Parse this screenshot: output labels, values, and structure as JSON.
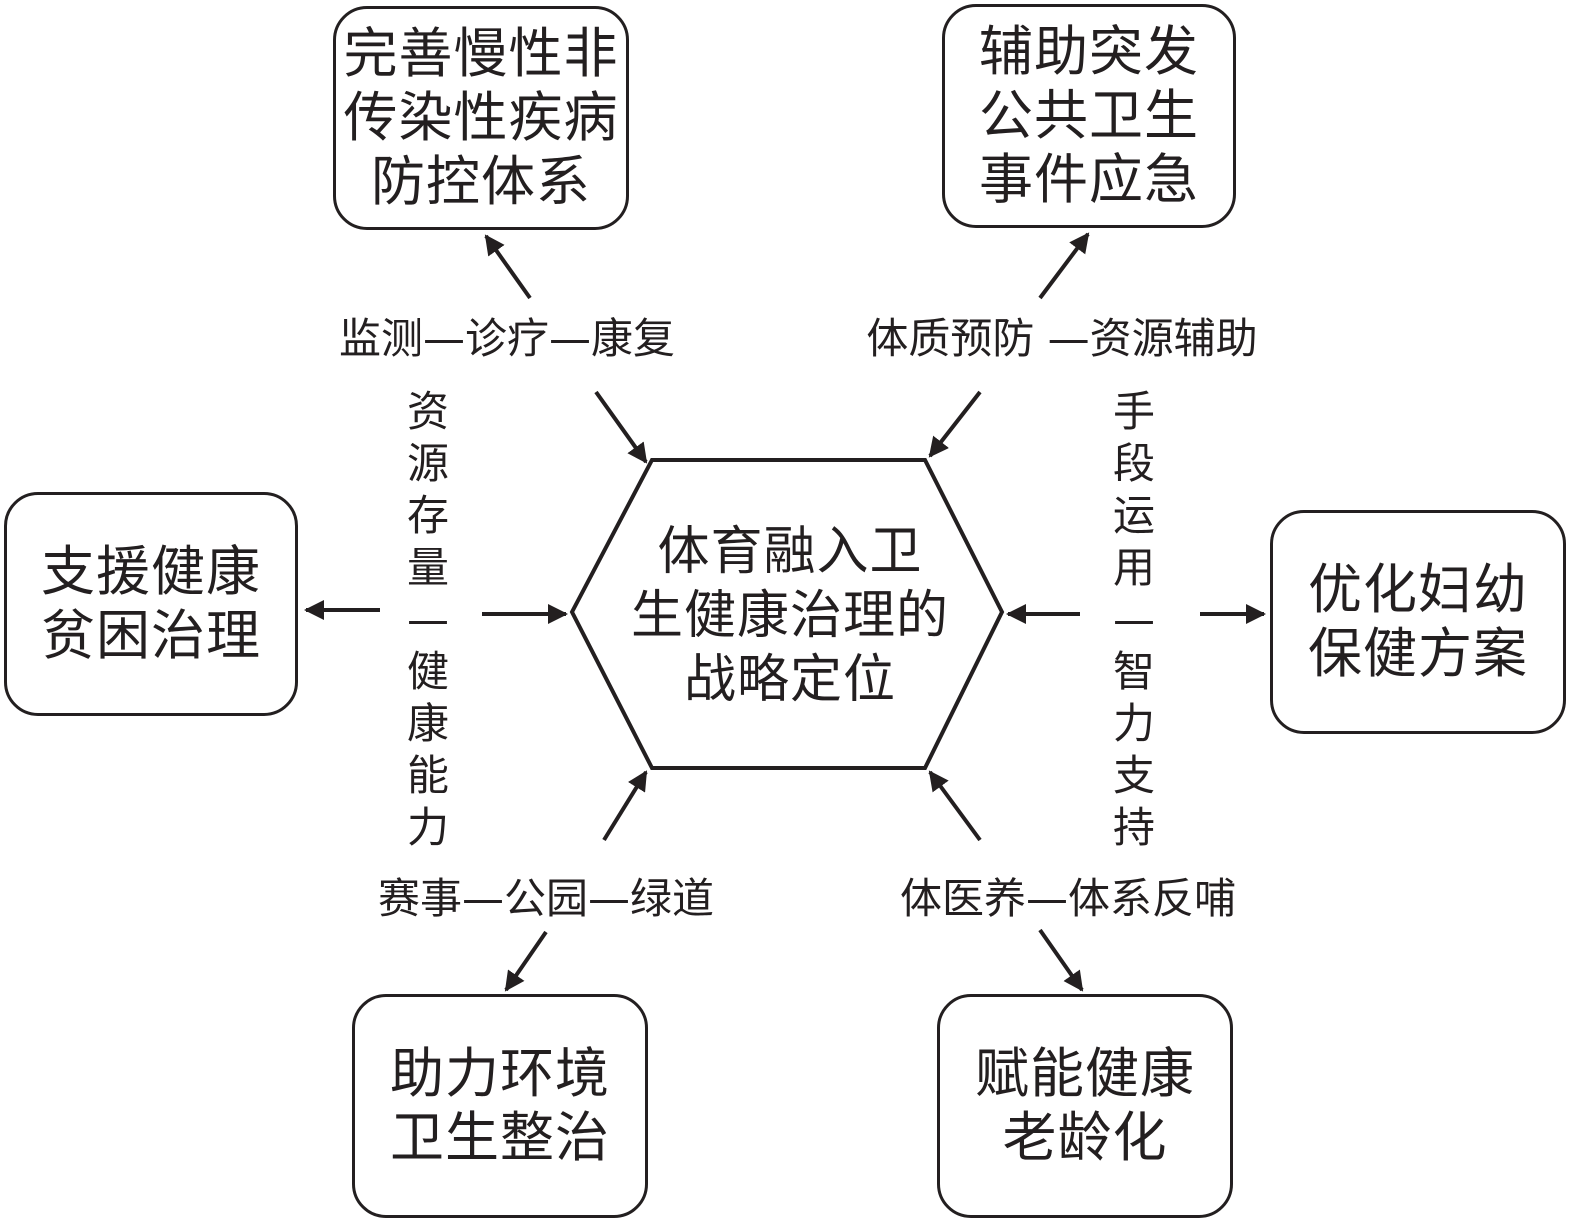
{
  "center": {
    "lines": [
      "体育融入卫",
      "生健康治理的",
      "战略定位"
    ]
  },
  "boxes": {
    "top_left": [
      "完善慢性非",
      "传染性疾病",
      "防控体系"
    ],
    "top_right": [
      "辅助突发",
      "公共卫生",
      "事件应急"
    ],
    "left": [
      "支援健康",
      "贫困治理"
    ],
    "right": [
      "优化妇幼",
      "保健方案"
    ],
    "bottom_left": [
      "助力环境",
      "卫生整治"
    ],
    "bottom_right": [
      "赋能健康",
      "老龄化"
    ]
  },
  "labels": {
    "top_left": "监测—诊疗—康复",
    "top_right": "体质预防 —资源辅助",
    "left_vertical": "资\n源\n存\n量\n—\n健\n康\n能\n力",
    "right_vertical": "手\n段\n运\n用\n—\n智\n力\n支\n持",
    "bottom_left": "赛事—公园—绿道",
    "bottom_right": "体医养—体系反哺"
  },
  "colors": {
    "stroke": "#231f20",
    "background": "#ffffff"
  }
}
